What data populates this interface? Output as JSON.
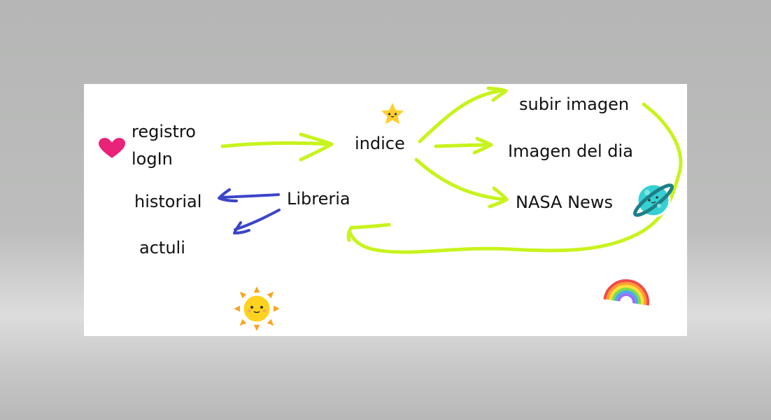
{
  "nodes": {
    "registro": "registro",
    "login": "logIn",
    "historial": "historial",
    "actuli": "actuli",
    "libreria": "Libreria",
    "indice": "indice",
    "subir_imagen": "subir imagen",
    "imagen_del_dia": "Imagen del dia",
    "nasa_news": "NASA News"
  },
  "colors": {
    "canvas": "#ffffff",
    "forward_arrows": "#c8f31d",
    "back_arrows": "#3c45c8",
    "text": "#111111"
  },
  "stickers": [
    "heart-icon",
    "star-icon",
    "planet-icon",
    "sun-icon",
    "rainbow-icon"
  ]
}
